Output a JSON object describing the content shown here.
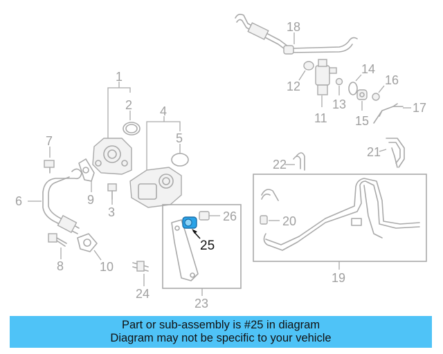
{
  "colors": {
    "banner_bg": "#4fc3f7",
    "part_stroke": "#a9a9a9",
    "highlight": "#29a3e8",
    "callout_text": "#111111"
  },
  "callouts": [
    {
      "id": "1",
      "label": "1"
    },
    {
      "id": "2",
      "label": "2"
    },
    {
      "id": "3",
      "label": "3"
    },
    {
      "id": "4",
      "label": "4"
    },
    {
      "id": "5",
      "label": "5"
    },
    {
      "id": "6",
      "label": "6"
    },
    {
      "id": "7",
      "label": "7"
    },
    {
      "id": "8",
      "label": "8"
    },
    {
      "id": "9",
      "label": "9"
    },
    {
      "id": "10",
      "label": "10"
    },
    {
      "id": "11",
      "label": "11"
    },
    {
      "id": "12",
      "label": "12"
    },
    {
      "id": "13",
      "label": "13"
    },
    {
      "id": "14",
      "label": "14"
    },
    {
      "id": "15",
      "label": "15"
    },
    {
      "id": "16",
      "label": "16"
    },
    {
      "id": "17",
      "label": "17"
    },
    {
      "id": "18",
      "label": "18"
    },
    {
      "id": "19",
      "label": "19"
    },
    {
      "id": "20",
      "label": "20"
    },
    {
      "id": "21",
      "label": "21"
    },
    {
      "id": "22",
      "label": "22"
    },
    {
      "id": "23",
      "label": "23"
    },
    {
      "id": "24",
      "label": "24"
    },
    {
      "id": "25",
      "label": "25",
      "highlighted": true
    },
    {
      "id": "26",
      "label": "26"
    }
  ],
  "banner": {
    "line1": "Part or sub-assembly is #25 in diagram",
    "line2": "Diagram may not be specific to your vehicle"
  }
}
